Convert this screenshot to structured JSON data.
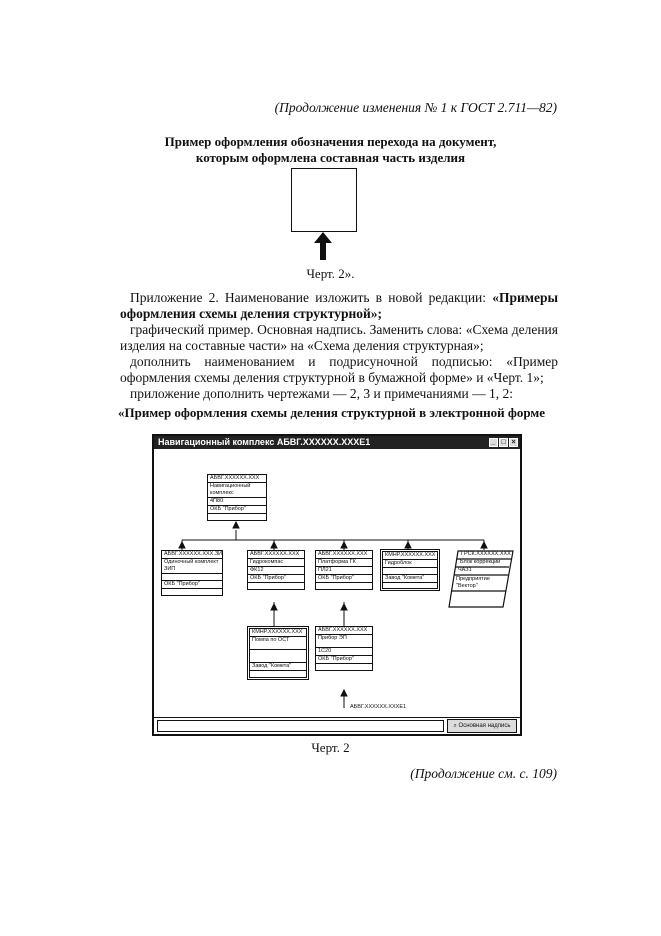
{
  "header_note": "(Продолжение изменения № 1 к ГОСТ 2.711—82)",
  "heading1_line1": "Пример оформления обозначения перехода на документ,",
  "heading1_line2": "которым оформлена составная часть изделия",
  "caption1": "Черт. 2».",
  "paragraphs": {
    "p1a": "Приложение 2. Наименование изложить в новой редакции: ",
    "p1b": "«Примеры оформления схемы деления структурной»;",
    "p2": "графический пример. Основная надпись. Заменить слова: «Схема деления изделия на составные части» на «Схема деления структурная»;",
    "p3": "дополнить наименованием и подрисуночной подписью: «Пример оформления схемы деления структурной в бумажной форме» и «Черт. 1»;",
    "p4": "приложение дополнить чертежами — 2, 3 и примечаниями — 1, 2:"
  },
  "heading2": "«Пример оформления схемы деления структурной в электронной форме",
  "window": {
    "title": "Навигационный комплекс АБВГ.ХХХХХХ.ХХХЕ1",
    "status_button": "Основная надпись"
  },
  "nodes": {
    "root": [
      "АБВГ.ХХХХХХ.ХХХ",
      "Навигационный комплекс",
      "4П80",
      "ОКБ \"Прибор\""
    ],
    "n1": [
      "АБВГ.ХХХХХХ.ХХХ.ЗИ",
      "Одиночный комплект ЗИП",
      "",
      "ОКБ \"Прибор\""
    ],
    "n2": [
      "АБВГ.ХХХХХХ.ХХХ",
      "Гидрокомпас",
      "ФК12",
      "ОКБ \"Прибор\""
    ],
    "n3": [
      "АБВГ.ХХХХХХ.ХХХ",
      "Платформа ГК",
      "ПЛ21",
      "ОКБ \"Прибор\""
    ],
    "n4": [
      "КМНР.ХХХХХХ.ХХХ",
      "Гидроблок",
      "",
      "Завод \"Комета\""
    ],
    "n5": [
      "ГРСК.ХХХХХХ.ХХХ",
      "Блок коррекции",
      "ЧАЗ1",
      "Предприятие \"Вектор\""
    ],
    "n6": [
      "КМНР.ХХХХХХ.ХХХ",
      "Помпа по ОСТ",
      "",
      "Завод \"Комета\""
    ],
    "n7": [
      "АБВГ.ХХХХХХ.ХХХ",
      "Прибор ЭП",
      "1С20",
      "ОКБ \"Прибор\""
    ]
  },
  "ref_label": "АБВГ.ХХХХХХ.ХХХЕ1",
  "caption2": "Черт. 2",
  "continue_note": "(Продолжение см. с. 109)"
}
